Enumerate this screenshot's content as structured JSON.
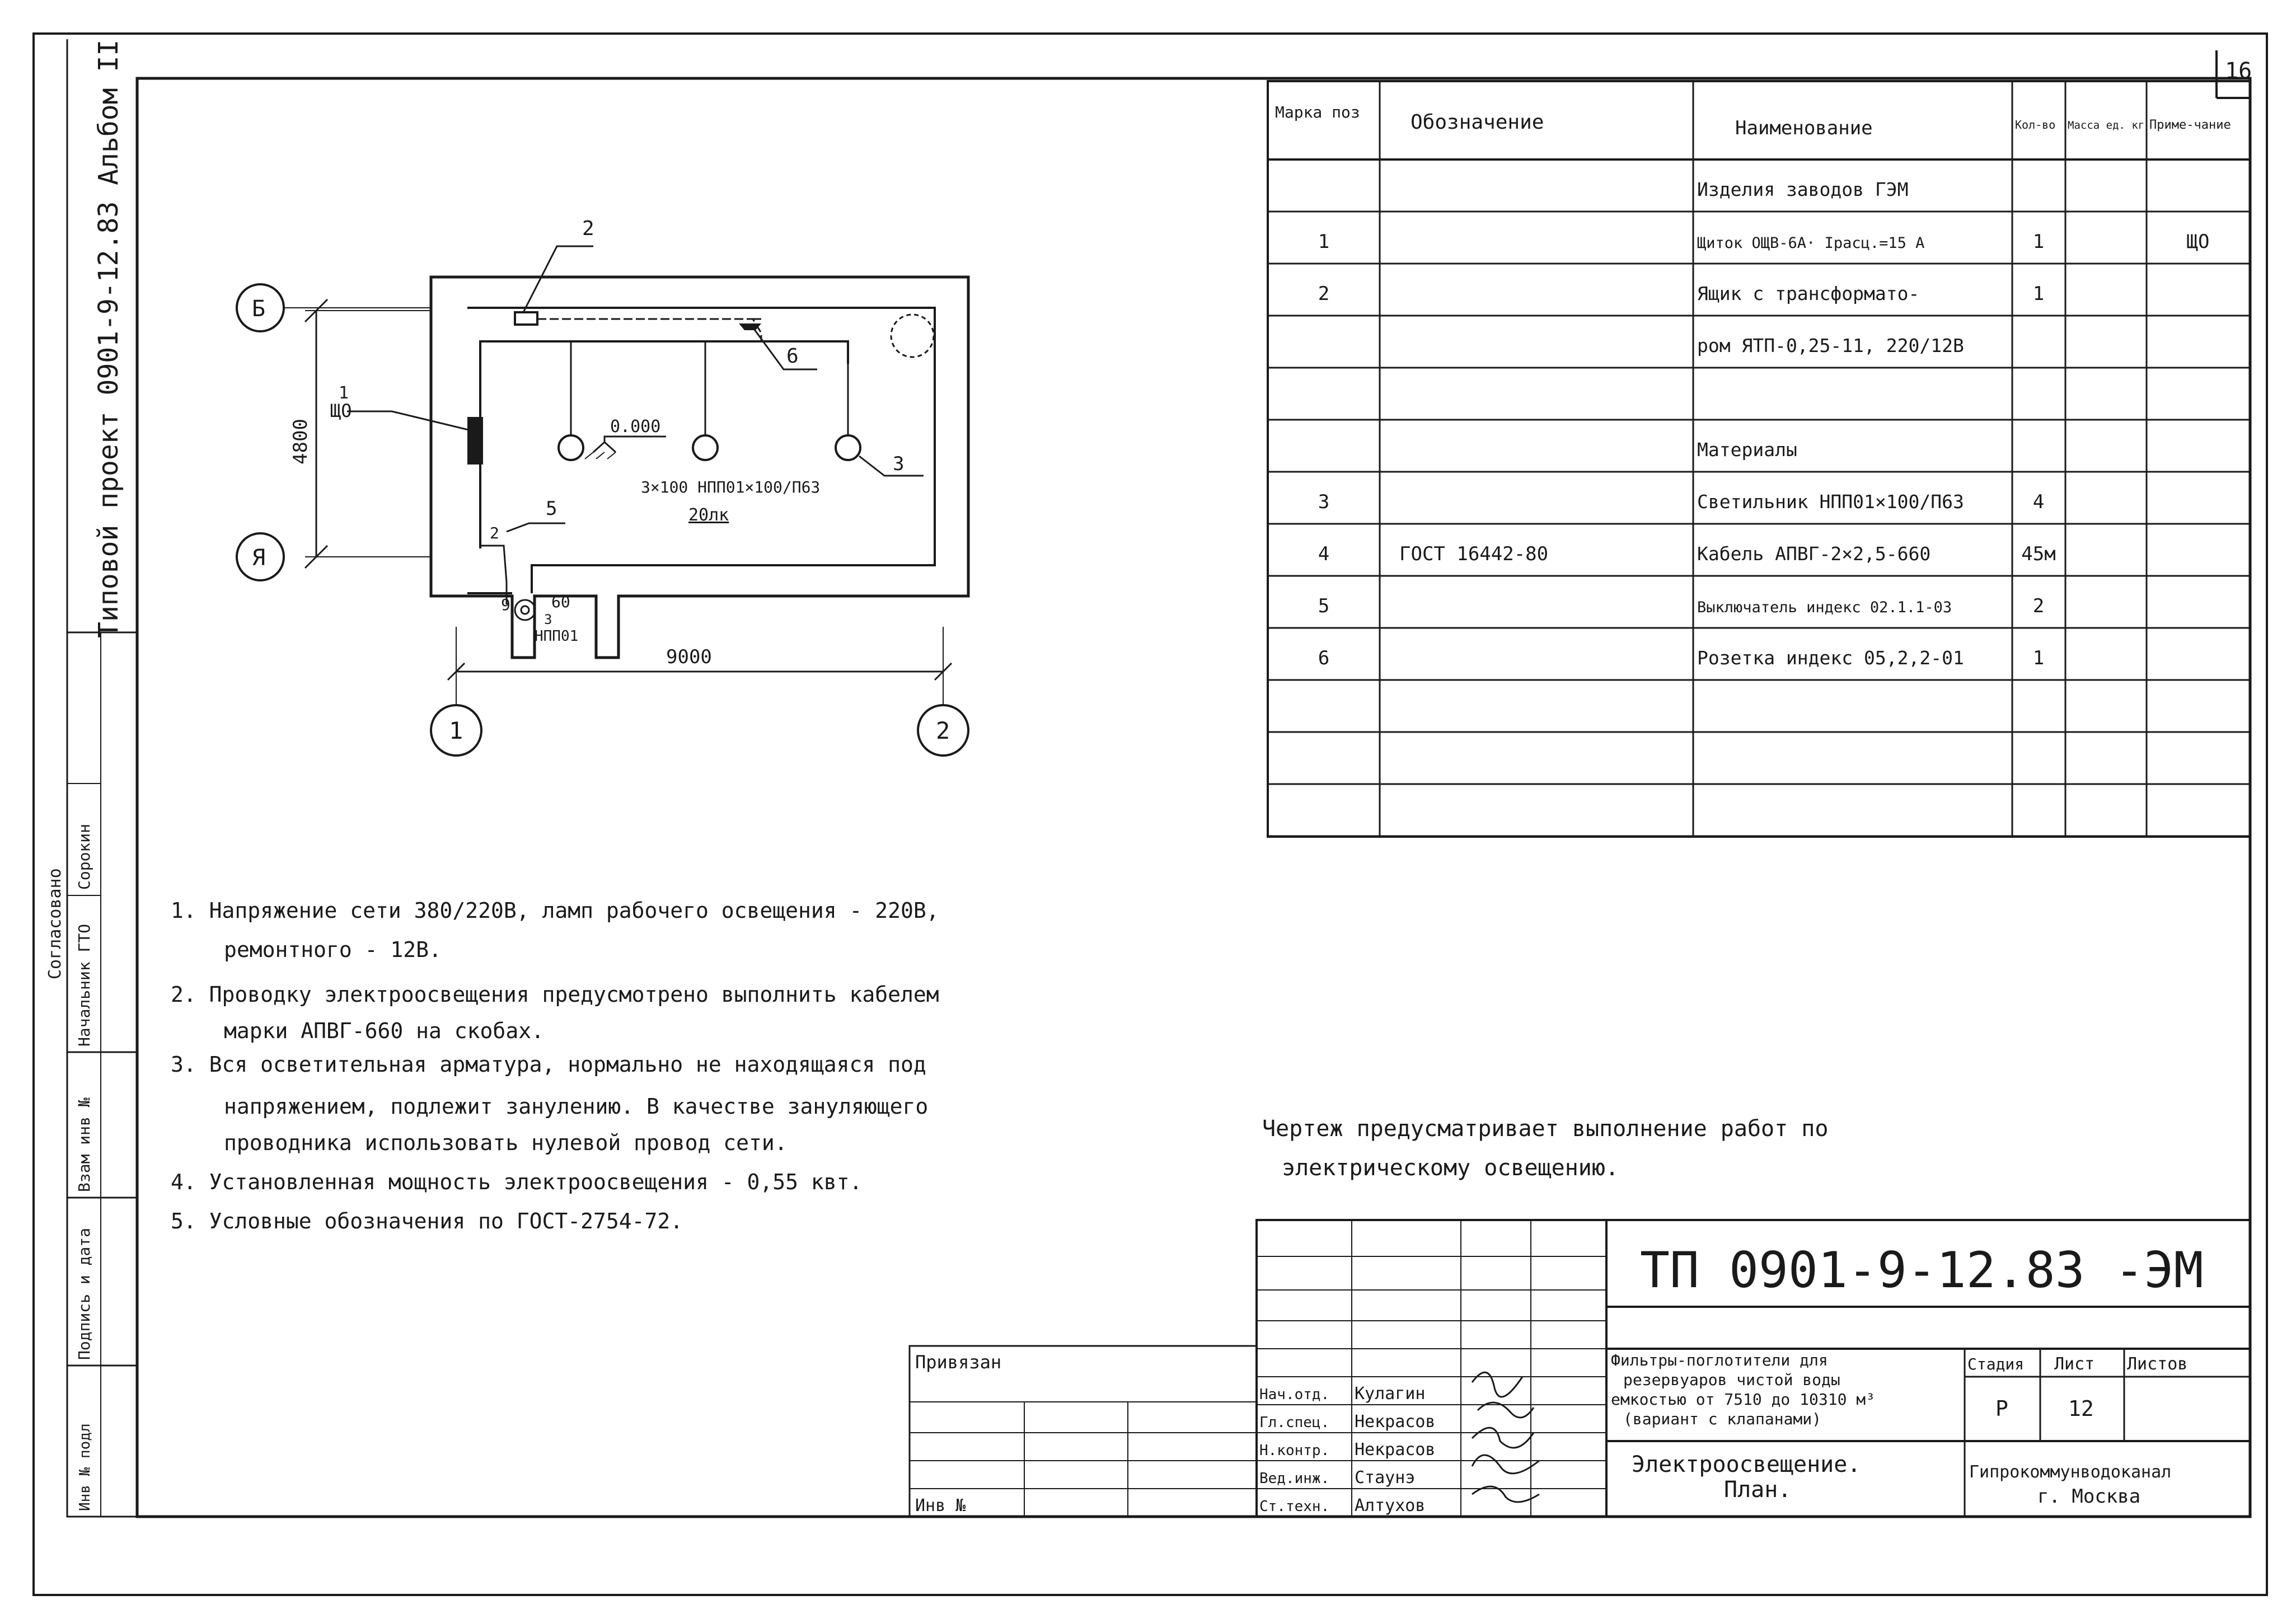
{
  "page_number": "16",
  "side_stamp": {
    "project": "Типовой проект 0901-9-12.83  Альбом II",
    "agreed": "Согласовано",
    "head_gto": "Начальник ГТО",
    "head_name": "Сорокин",
    "inv_replace": "Взам инв №",
    "sign_date": "Подпись и дата",
    "inv_orig": "Инв № подл"
  },
  "plan": {
    "axes": {
      "b": "Б",
      "a": "Я",
      "one": "1",
      "two": "2"
    },
    "dim_height": "4800",
    "dim_width": "9000",
    "level": "0.000",
    "label_panel_pos": "1",
    "label_panel": "ЩО",
    "label_box": "2",
    "label_lamp_pos": "3",
    "label_socket": "6",
    "label_switch": "5",
    "lamps_spec": "3×100 НПП01×100/П63",
    "lux": "20лк",
    "switch_height": "60",
    "switch_lamp_pos": "3",
    "switch_lamp": "НПП01",
    "riser_mark": "2",
    "door_mark": "9"
  },
  "spec": {
    "headers": {
      "pos": "Марка поз",
      "designation": "Обозначение",
      "name": "Наименование",
      "qty": "Кол-во",
      "mass": "Масса ед. кг",
      "note": "Приме-чание"
    },
    "rows": [
      {
        "pos": "",
        "designation": "",
        "name": "Изделия заводов ГЭМ",
        "qty": "",
        "mass": "",
        "note": ""
      },
      {
        "pos": "1",
        "designation": "",
        "name": "Щиток ОЩВ-6А· Iрасц.=15 А",
        "qty": "1",
        "mass": "",
        "note": "ЩО"
      },
      {
        "pos": "2",
        "designation": "",
        "name": "Ящик с трансформато-",
        "qty": "1",
        "mass": "",
        "note": ""
      },
      {
        "pos": "",
        "designation": "",
        "name": "ром ЯТП-0,25-11, 220/12В",
        "qty": "",
        "mass": "",
        "note": ""
      },
      {
        "pos": "",
        "designation": "",
        "name": "",
        "qty": "",
        "mass": "",
        "note": ""
      },
      {
        "pos": "",
        "designation": "",
        "name": "Материалы",
        "qty": "",
        "mass": "",
        "note": ""
      },
      {
        "pos": "3",
        "designation": "",
        "name": "Светильник НПП01×100/П63",
        "qty": "4",
        "mass": "",
        "note": ""
      },
      {
        "pos": "4",
        "designation": "ГОСТ 16442-80",
        "name": "Кабель АПВГ-2×2,5-660",
        "qty": "45м",
        "mass": "",
        "note": ""
      },
      {
        "pos": "5",
        "designation": "",
        "name": "Выключатель индекс 02.1.1-03",
        "qty": "2",
        "mass": "",
        "note": ""
      },
      {
        "pos": "6",
        "designation": "",
        "name": "Розетка индекс 05,2,2-01",
        "qty": "1",
        "mass": "",
        "note": ""
      },
      {
        "pos": "",
        "designation": "",
        "name": "",
        "qty": "",
        "mass": "",
        "note": ""
      },
      {
        "pos": "",
        "designation": "",
        "name": "",
        "qty": "",
        "mass": "",
        "note": ""
      },
      {
        "pos": "",
        "designation": "",
        "name": "",
        "qty": "",
        "mass": "",
        "note": ""
      }
    ]
  },
  "notes": [
    "1. Напряжение сети 380/220В, ламп рабочего освещения - 220В,",
    "ремонтного - 12В.",
    "2. Проводку электроосвещения предусмотрено выполнить кабелем",
    "марки АПВГ-660 на скобах.",
    "3. Вся осветительная арматура, нормально не находящаяся под",
    "напряжением, подлежит занулению. В качестве зануляющего",
    "проводника использовать нулевой провод сети.",
    "4. Установленная мощность электроосвещения - 0,55 квт.",
    "5. Условные обозначения по ГОСТ-2754-72."
  ],
  "drawing_note": [
    "Чертеж предусматривает выполнение работ по",
    "электрическому освещению."
  ],
  "title_block": {
    "code": "ТП 0901-9-12.83  -ЭМ",
    "attached": "Привязан",
    "inv": "Инв №",
    "staff": [
      {
        "role": "Нач.отд.",
        "name": "Кулагин"
      },
      {
        "role": "Гл.спец.",
        "name": "Некрасов"
      },
      {
        "role": "Н.контр.",
        "name": "Некрасов"
      },
      {
        "role": "Вед.инж.",
        "name": "Стаунэ"
      },
      {
        "role": "Ст.техн.",
        "name": "Алтухов"
      }
    ],
    "object_name": [
      "Фильтры-поглотители для",
      "резервуаров чистой воды",
      "емкостью от 7510 до 10310 м³",
      "(вариант с клапанами)"
    ],
    "stage_label": "Стадия",
    "sheet_label": "Лист",
    "sheets_label": "Листов",
    "stage": "Р",
    "sheet": "12",
    "sheets": "",
    "sheet_title_1": "Электроосвещение.",
    "sheet_title_2": "План.",
    "org_1": "Гипрокоммунводоканал",
    "org_2": "г. Москва"
  }
}
